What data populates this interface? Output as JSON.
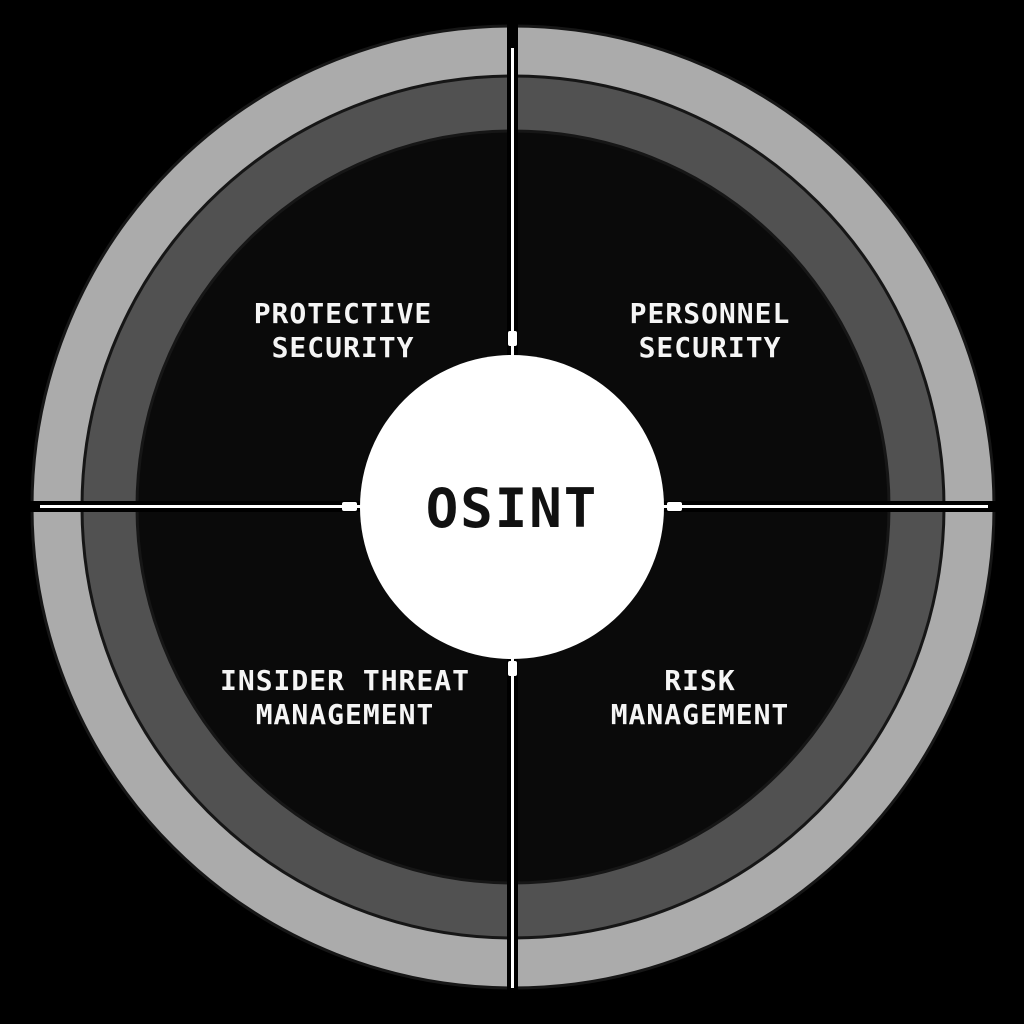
{
  "diagram": {
    "center_label": "OSINT",
    "quadrants": [
      {
        "position": "top-left",
        "line1": "PROTECTIVE",
        "line2": "SECURITY"
      },
      {
        "position": "top-right",
        "line1": "PERSONNEL",
        "line2": "SECURITY"
      },
      {
        "position": "bottom-left",
        "line1": "INSIDER THREAT",
        "line2": "MANAGEMENT"
      },
      {
        "position": "bottom-right",
        "line1": "RISK",
        "line2": "MANAGEMENT"
      }
    ]
  },
  "colors": {
    "background": "#000000",
    "outer_ring": "#ABABAB",
    "middle_ring": "#515151",
    "inner_disc": "#0A0A0A",
    "ring_outline": "#161616",
    "divider_band": "#000000",
    "divider_line": "#FFFFFF",
    "divider_nub": "#FFFFFF",
    "center_circle": "#FFFFFF",
    "center_text": "#111111",
    "label_text": "#F5F5F5"
  }
}
